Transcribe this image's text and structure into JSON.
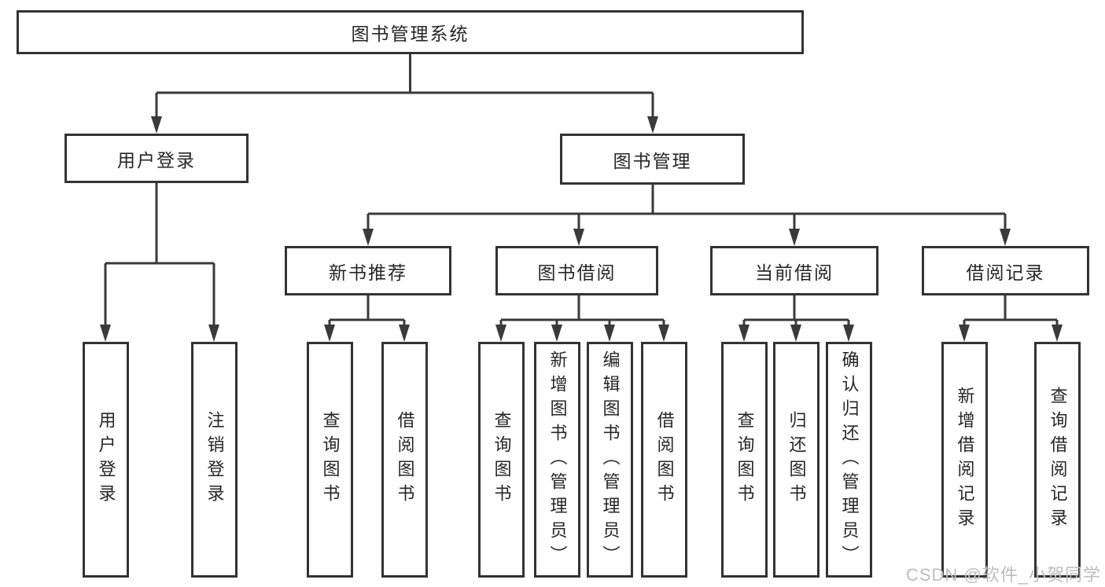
{
  "diagram": {
    "title": "图书管理系统",
    "level2": {
      "user_login": "用户登录",
      "book_mgmt": "图书管理"
    },
    "level3": {
      "new_book_rec": "新书推荐",
      "book_borrow": "图书借阅",
      "current_borrow": "当前借阅",
      "borrow_record": "借阅记录"
    },
    "leaves": {
      "login": "用户登录",
      "logout": "注销登录",
      "rec_query": "查询图书",
      "rec_borrow": "借阅图书",
      "bb_query": "查询图书",
      "bb_add": "新增图书（管理员）",
      "bb_edit": "编辑图书（管理员）",
      "bb_borrow": "借阅图书",
      "cb_query": "查询图书",
      "cb_return": "归还图书",
      "cb_confirm": "确认归还（管理员）",
      "br_add": "新增借阅记录",
      "br_query": "查询借阅记录"
    }
  },
  "colors": {
    "line": "#3a3a3a",
    "border": "#333333",
    "box_bg": "#ffffff",
    "text": "#262626",
    "watermark": "#bdbdbd",
    "page_bg": "#ffffff"
  },
  "watermark": {
    "text": "CSDN @软件_小贺同学"
  }
}
